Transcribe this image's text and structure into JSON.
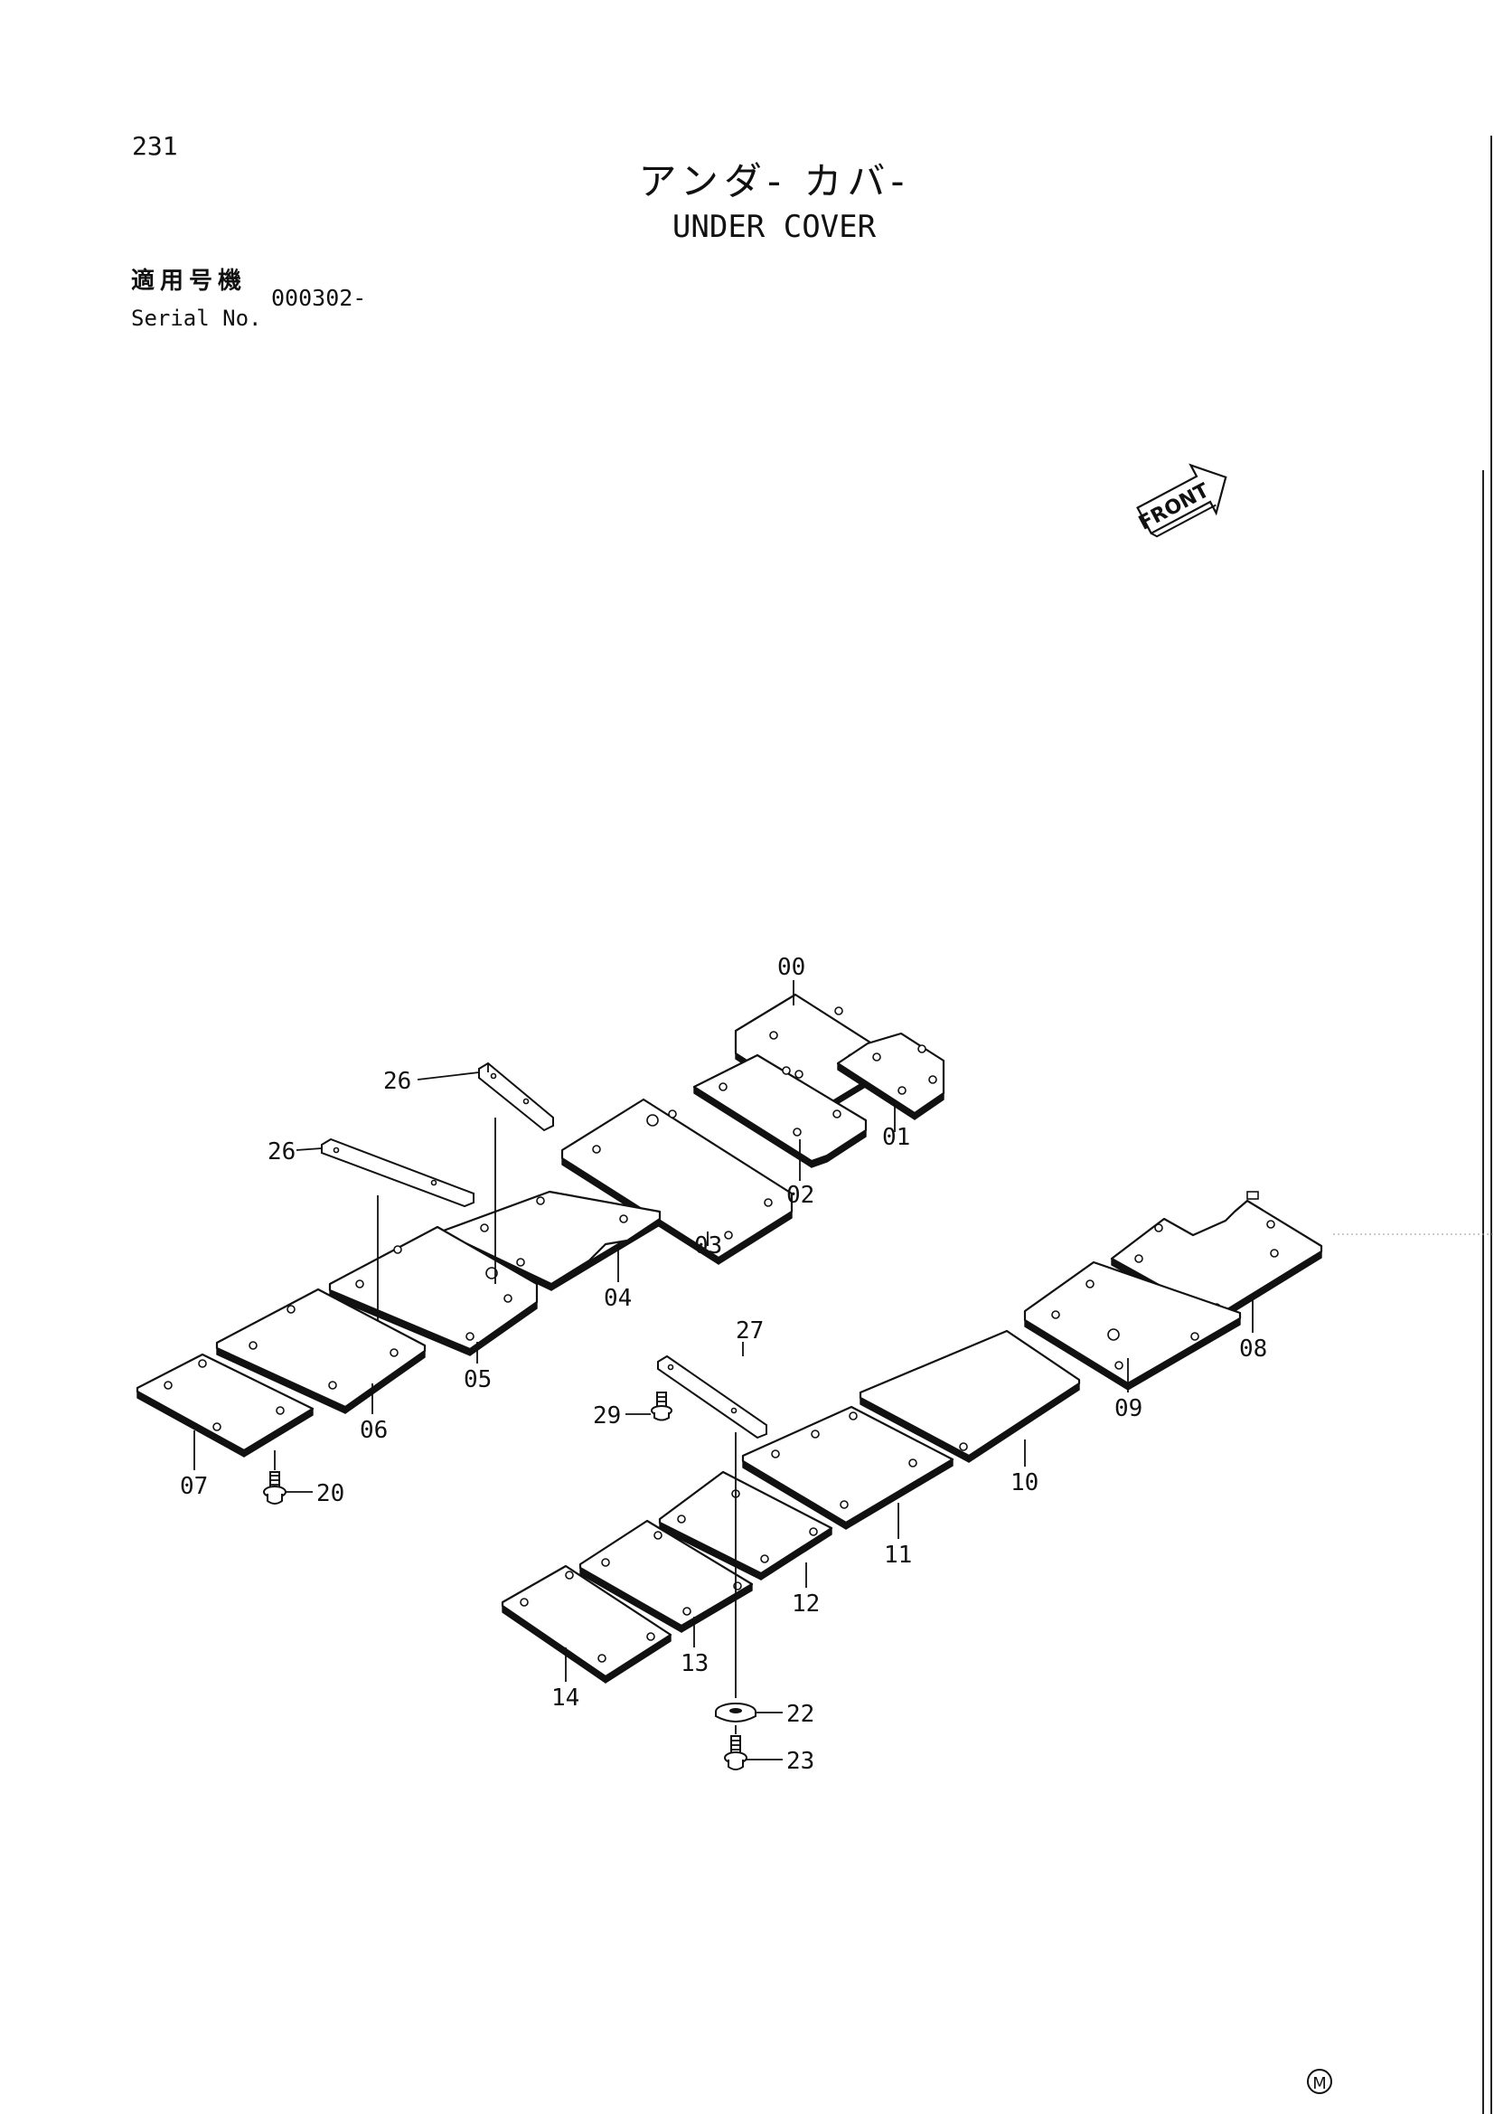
{
  "page_number": "231",
  "title_jp": "アンダ- カバ-",
  "title_en": "UNDER COVER",
  "serial": {
    "label_jp": "適用号機",
    "label_en": "Serial No.",
    "value": "000302-"
  },
  "front_label": "FRONT",
  "mark": "M",
  "callouts": {
    "c00": "00",
    "c01": "01",
    "c02": "02",
    "c03": "03",
    "c04": "04",
    "c05": "05",
    "c06": "06",
    "c07": "07",
    "c08": "08",
    "c09": "09",
    "c10": "10",
    "c11": "11",
    "c12": "12",
    "c13": "13",
    "c14": "14",
    "c20": "20",
    "c22": "22",
    "c23": "23",
    "c26a": "26",
    "c26b": "26",
    "c27": "27",
    "c29": "29"
  }
}
